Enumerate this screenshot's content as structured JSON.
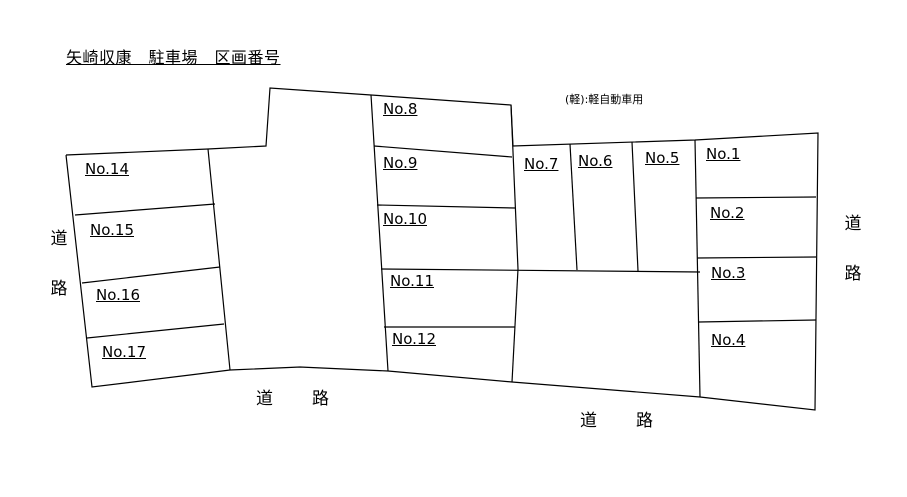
{
  "title": "矢崎収康　駐車場　区画番号",
  "note": "(軽):軽自動車用",
  "lots": {
    "no1": "No.1",
    "no2": "No.2",
    "no3": "No.3",
    "no4": "No.4",
    "no5": "No.5",
    "no6": "No.6",
    "no7": "No.7",
    "no8": "No.8",
    "no9": "No.9",
    "no10": "No.10",
    "no11": "No.11",
    "no12": "No.12",
    "no14": "No.14",
    "no15": "No.15",
    "no16": "No.16",
    "no17": "No.17"
  },
  "roads": {
    "west_1": "道",
    "west_2": "路",
    "east_1": "道",
    "east_2": "路",
    "south_left_1": "道",
    "south_left_2": "路",
    "south_right_1": "道",
    "south_right_2": "路"
  }
}
